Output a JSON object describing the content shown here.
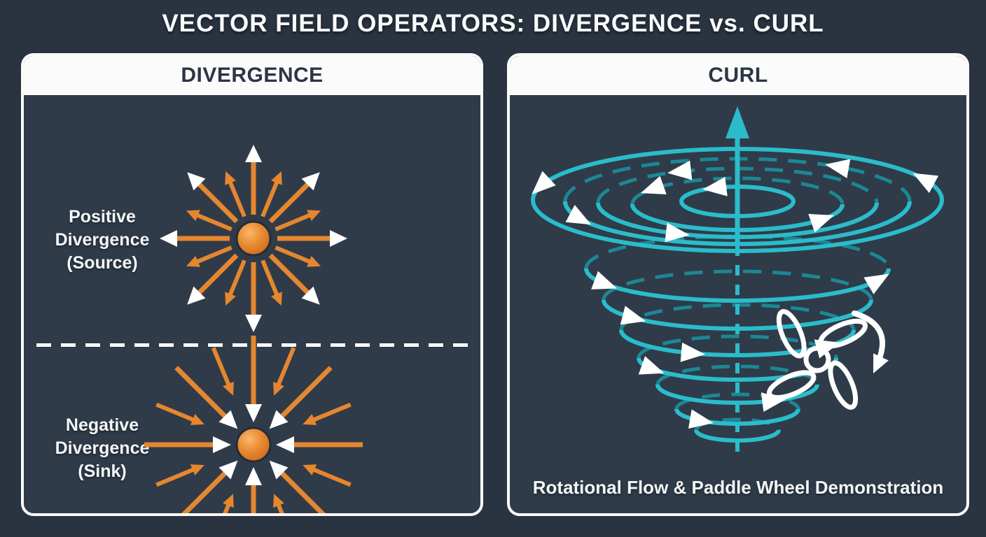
{
  "title": "VECTOR FIELD OPERATORS: DIVERGENCE vs. CURL",
  "divergence_panel": {
    "header": "DIVERGENCE",
    "positive": {
      "lines": [
        "Positive",
        "Divergence",
        "(Source)"
      ]
    },
    "negative": {
      "lines": [
        "Negative",
        "Divergence",
        "(Sink)"
      ]
    }
  },
  "curl_panel": {
    "header": "CURL",
    "caption": "Rotational Flow & Paddle Wheel Demonstration"
  },
  "icons": {
    "source_icon": "radial-outward-arrows-with-orange-ball",
    "sink_icon": "radial-inward-arrows-with-orange-ball",
    "vortex_icon": "teal-spiral-funnel-with-axis-arrow",
    "paddle_wheel_icon": "four-blade-paddle-wheel",
    "rotation_arrow_icon": "clockwise-curved-arrow"
  },
  "colors": {
    "background": "#2a3441",
    "panel_body": "#2f3b49",
    "panel_border": "#fbfbfb",
    "header_text": "#2b3644",
    "text_light": "#f4f6f8",
    "accent_orange": "#e6862f",
    "orange_ball_light": "#f9b869",
    "orange_ball_mid": "#ea8c33",
    "orange_ball_dark": "#c7641a",
    "accent_teal": "#2bbccb",
    "teal_dark": "#1d8794",
    "white": "#ffffff"
  }
}
